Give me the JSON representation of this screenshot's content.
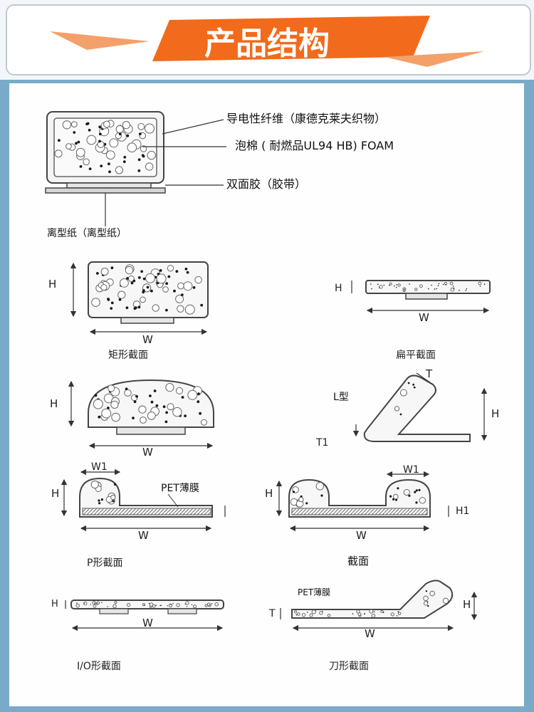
{
  "banner": {
    "title": "产品结构",
    "accent_color": "#f26a1b"
  },
  "structure": {
    "fiber": "导电性纤维（康德克莱夫织物）",
    "foam": "泡棉 ( 耐燃品UL94  HB) FOAM",
    "tape": "双面胶（胶带）",
    "liner": "离型纸（离型纸）"
  },
  "profiles": {
    "rect": {
      "name": "矩形截面",
      "h": "H",
      "w": "W"
    },
    "flat": {
      "name": "扁平截面",
      "h": "H",
      "w": "W"
    },
    "d_shape": {
      "h": "H",
      "w": "W"
    },
    "l_shape": {
      "name": "L型",
      "t": "T",
      "t1": "T1",
      "h": "H"
    },
    "p_shape": {
      "name": "P形截面",
      "w1": "W1",
      "h": "H",
      "w": "W",
      "film": "PET薄膜"
    },
    "double": {
      "name": "截面",
      "w1": "W1",
      "h": "H",
      "h1": "H1",
      "w": "W"
    },
    "io": {
      "name": "I/O形截面",
      "h": "H",
      "w": "W"
    },
    "knife": {
      "name": "刀形截面",
      "film": "PET薄膜",
      "t": "T",
      "h": "H",
      "w": "W"
    }
  }
}
